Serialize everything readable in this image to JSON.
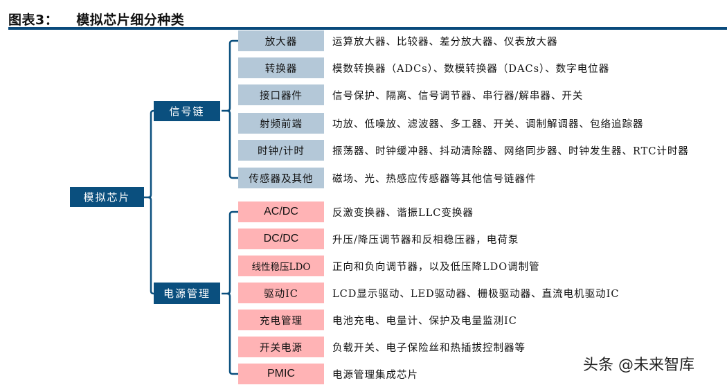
{
  "figure": {
    "label": "图表3：",
    "title": "模拟芯片细分种类"
  },
  "colors": {
    "node_dark": "#0a4f7e",
    "signal_leaf": "#b4c8d8",
    "power_leaf": "#ffb3b5",
    "connector": "#0a4f7e"
  },
  "tree": {
    "root": "模拟芯片",
    "branches": [
      {
        "label": "信号链",
        "items": [
          {
            "name": "放大器",
            "desc": "运算放大器、比较器、差分放大器、仪表放大器"
          },
          {
            "name": "转换器",
            "desc": "模数转换器（ADCs）、数模转换器（DACs）、数字电位器"
          },
          {
            "name": "接口器件",
            "desc": "信号保护、隔离、信号调节器、串行器/解串器、开关"
          },
          {
            "name": "射频前端",
            "desc": "功放、低噪放、滤波器、多工器、开关、调制解调器、包络追踪器"
          },
          {
            "name": "时钟/计时",
            "desc": "振荡器、时钟缓冲器、抖动清除器、网络同步器、时钟发生器、RTC计时器"
          },
          {
            "name": "传感器及其他",
            "desc": "磁场、光、热感应传感器等其他信号链器件"
          }
        ]
      },
      {
        "label": "电源管理",
        "items": [
          {
            "name": "AC/DC",
            "desc": "反激变换器、谐振LLC变换器"
          },
          {
            "name": "DC/DC",
            "desc": "升压/降压调节器和反相稳压器，电荷泵"
          },
          {
            "name": "线性稳压LDO",
            "desc": "正向和负向调节器，以及低压降LDO调制管"
          },
          {
            "name": "驱动IC",
            "desc": "LCD显示驱动、LED驱动器、栅极驱动器、直流电机驱动IC"
          },
          {
            "name": "充电管理",
            "desc": "电池充电、电量计、保护及电量监测IC"
          },
          {
            "name": "开关电源",
            "desc": "负载开关、电子保险丝和热插拔控制器等"
          },
          {
            "name": "PMIC",
            "desc": "电源管理集成芯片"
          }
        ]
      }
    ]
  },
  "watermark": "头条 @未来智库"
}
